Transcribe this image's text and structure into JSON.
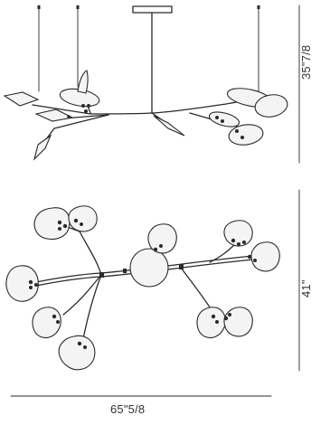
{
  "dimensions": {
    "side_view_height": "35\"7/8",
    "top_view_depth": "41\"",
    "overall_width": "65\"5/8"
  }
}
